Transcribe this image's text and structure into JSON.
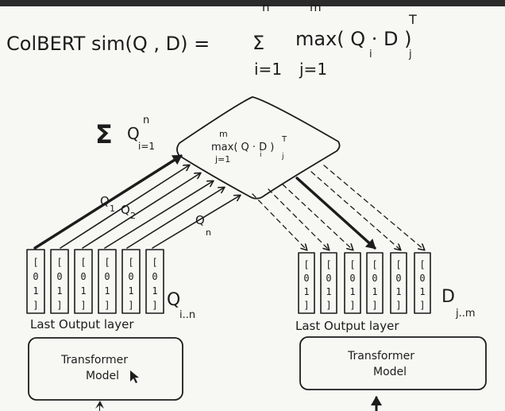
{
  "formula": {
    "lhs": "ColBERT sim(Q , D) =",
    "sum_symbol": "Σ",
    "sum_upper": "n",
    "sum_lower": "i=1",
    "max_symbol": "max",
    "max_upper": "m",
    "max_lower": "j=1",
    "body": "max( Q · D )",
    "q_sub": "i",
    "d_sub": "j",
    "d_sup": "T"
  },
  "sum_label": {
    "symbol": "Σ",
    "var": "Q",
    "upper": "n",
    "lower": "i=1"
  },
  "diamond": {
    "upper": "m",
    "text": "max( Q · D )",
    "q_sub": "i",
    "d_sub": "j",
    "d_sup": "T",
    "lower": "j=1"
  },
  "arrow_labels": {
    "q1": "Q",
    "q1_sub": "1",
    "q2": "Q",
    "q2_sub": "2",
    "qn": "Q",
    "qn_sub": "n"
  },
  "query_side": {
    "vector_count": 6,
    "vector_text": [
      "[",
      "0",
      "1",
      "]"
    ],
    "stack_label": "Q",
    "stack_sub": "i..n",
    "layer_label": "Last Output layer",
    "model_line1": "Transformer",
    "model_line2": "Model"
  },
  "doc_side": {
    "vector_count": 6,
    "vector_text": [
      "[",
      "0",
      "1",
      "]"
    ],
    "stack_label": "D",
    "stack_sub": "j..m",
    "layer_label": "Last Output layer",
    "model_line1": "Transformer",
    "model_line2": "Model"
  }
}
